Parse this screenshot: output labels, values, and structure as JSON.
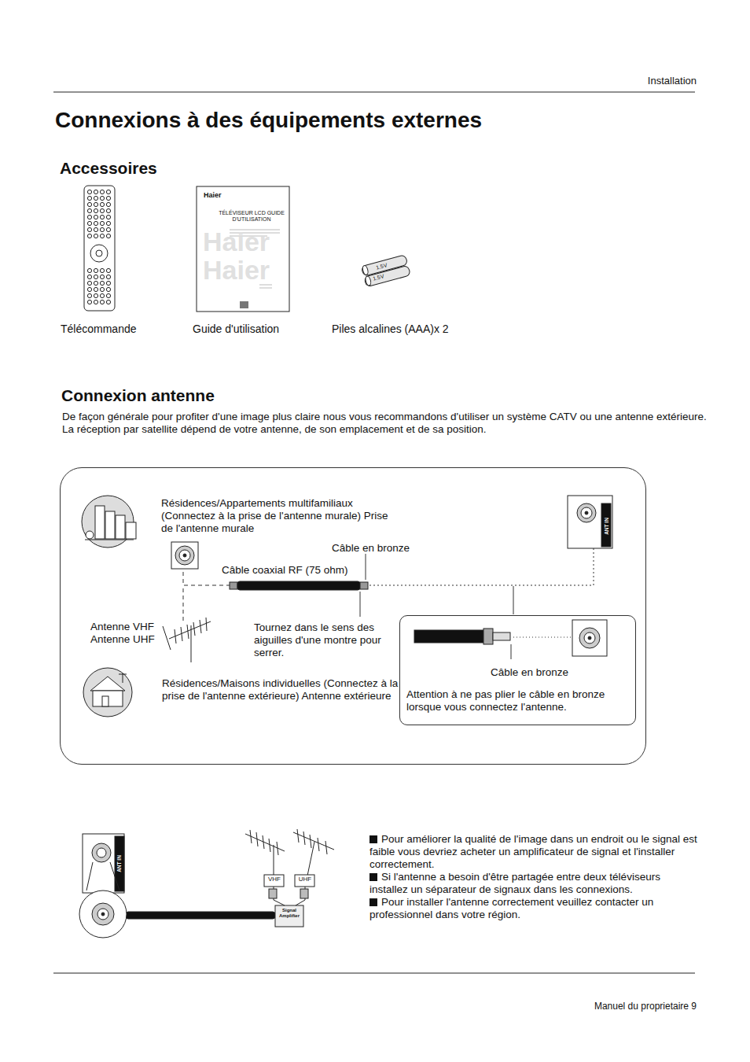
{
  "diagram": {
    "title": "Connexions à des équipements externes",
    "nodes": [
      {
        "text": [
          "Résidences/Appartements multifamiliaux (Connectez à la prise de l'antenne murale) Prise de l'antenne murale",
          "Câble en bronze",
          "Câble coaxial RF (75 ohm)",
          "Antenne VHF Antenne UHF",
          "Tournez dans le sens des aiguilles d'une montre pour serrer.",
          "Résidences/Maisons individuelles (Connectez à la prise de l'antenne extérieure) Antenne extérieure",
          "ANT IN"
        ]
      },
      {
        "text": [
          "Câble en bronze",
          "Attention à ne pas plier le câble en bronze lorsque vous connectez l'antenne."
        ],
        "in": 0
      }
    ],
    "labels": [
      "Installation",
      "Accessoires",
      "Haier",
      "TÉLÉVISEUR LCD GUIDE D'UTILISATION",
      "Haier Haier",
      "1.5V",
      "1.5V",
      "Télécommande",
      "Guide d'utilisation",
      "Piles alcalines (AAA)x 2",
      "Connexion antenne",
      "De façon générale pour profiter d'une image plus claire nous vous recommandons d'utiliser un système CATV ou une antenne extérieure. La réception par satellite dépend de votre antenne, de son emplacement et de sa position.",
      "ANT IN",
      "VHF",
      "UHF",
      "Signal Amplifier",
      "Pour améliorer la qualité de l'image dans un endroit ou le signal est faible vous devriez acheter un amplificateur de signal et l'installer correctement.",
      "Si l'antenne a besoin d'être partagée entre deux téléviseurs installez un séparateur de signaux dans les connexions.",
      "Pour installer l'antenne correctement veuillez contacter un professionnel dans votre région.",
      "Manuel du proprietaire 9"
    ]
  }
}
